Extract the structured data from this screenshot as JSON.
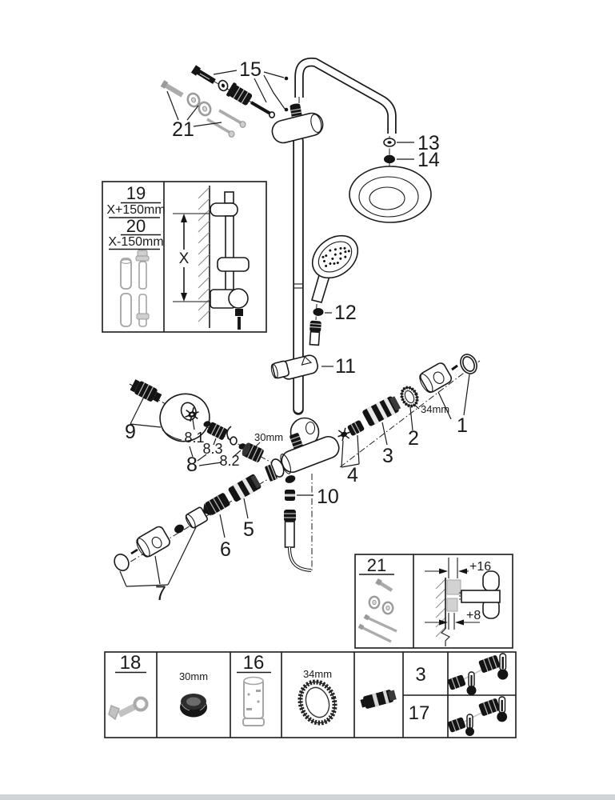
{
  "page": {
    "background": "#ffffff",
    "ink": "#1a1a1a",
    "accessory_gray": "#a6a6a6",
    "footer_bar": "#cfd3d5"
  },
  "callouts": {
    "n15": "15",
    "n21": "21",
    "n13": "13",
    "n14": "14",
    "n12": "12",
    "n11": "11",
    "n9": "9",
    "n8_1": "8.1",
    "n8_3": "8.3",
    "n8_2": "8.2",
    "n8": "8",
    "size30": "30mm",
    "n4": "4",
    "n3": "3",
    "n2": "2",
    "size34": "34mm",
    "n1": "1",
    "n10": "10",
    "n5": "5",
    "n6": "6",
    "n7": "7"
  },
  "rail_inset": {
    "n19": "19",
    "len19": "X+150mm",
    "n20": "20",
    "len20": "X-150mm",
    "dim": "X"
  },
  "mount_inset": {
    "n21": "21",
    "offset_top": "+16",
    "offset_bottom": "+8"
  },
  "table": {
    "n18": "18",
    "size30": "30mm",
    "n16": "16",
    "size34": "34mm",
    "n3": "3",
    "n17": "17"
  }
}
